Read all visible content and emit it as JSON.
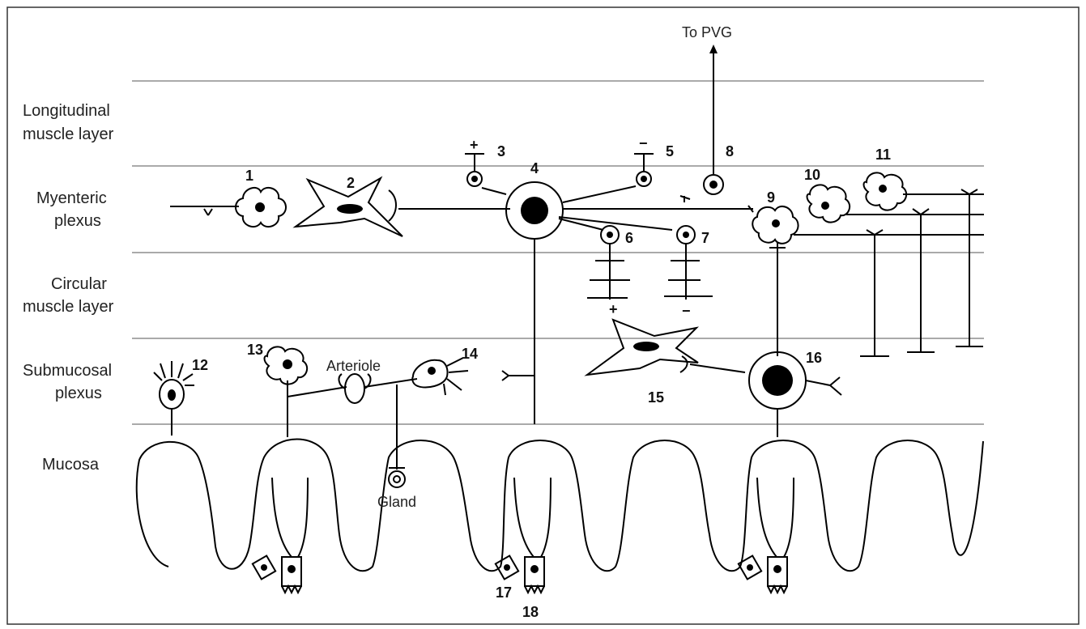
{
  "layers": {
    "longitudinal": [
      "Longitudinal",
      "muscle layer"
    ],
    "myenteric": [
      "Myenteric",
      "plexus"
    ],
    "circular": [
      "Circular",
      "muscle layer"
    ],
    "submucosal": [
      "Submucosal",
      "plexus"
    ],
    "mucosa": "Mucosa"
  },
  "labels": {
    "to_pvg": "To PVG",
    "arteriole": "Arteriole",
    "gland": "Gland",
    "plus": "+",
    "minus": "−"
  },
  "numbers": {
    "n1": "1",
    "n2": "2",
    "n3": "3",
    "n4": "4",
    "n5": "5",
    "n6": "6",
    "n7": "7",
    "n8": "8",
    "n9": "9",
    "n10": "10",
    "n11": "11",
    "n12": "12",
    "n13": "13",
    "n14": "14",
    "n15": "15",
    "n16": "16",
    "n17": "17",
    "n18": "18"
  }
}
